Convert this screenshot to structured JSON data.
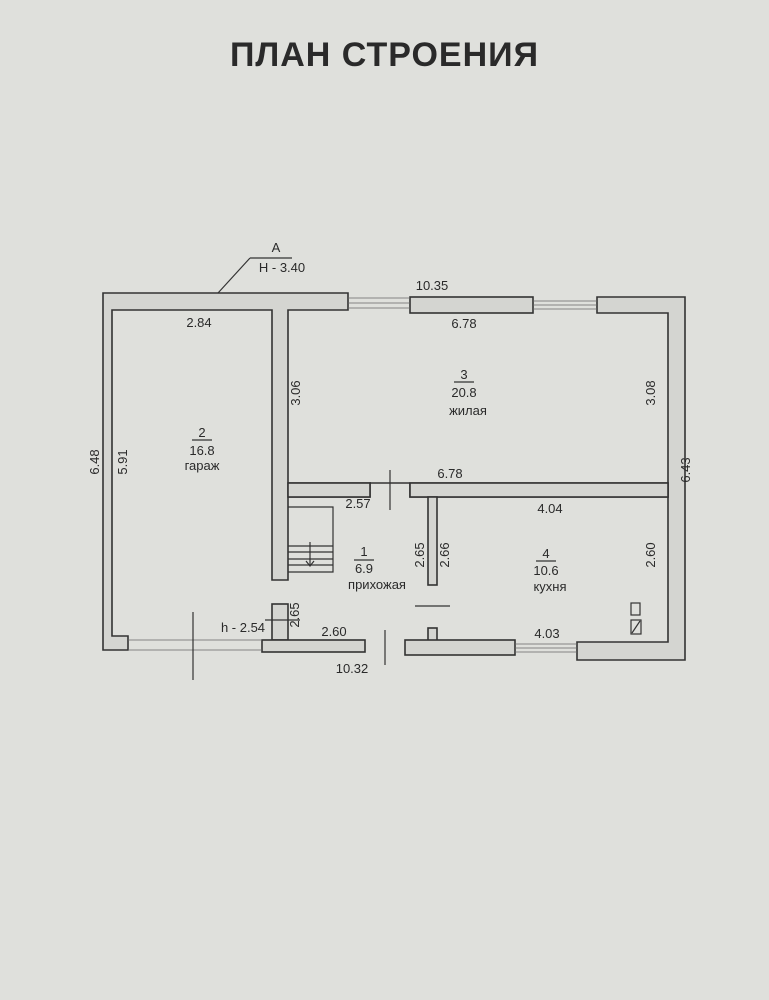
{
  "title": "ПЛАН СТРОЕНИЯ",
  "marker": {
    "letter": "А",
    "height": "Н - 3.40"
  },
  "dimensions": {
    "top_overall": "10.35",
    "bottom_overall": "10.32",
    "left_overall": "6.48",
    "right_overall": "6.43",
    "garage_width": "2.84",
    "garage_length": "5.91",
    "living_top": "6.78",
    "living_bottom": "6.78",
    "living_left": "3.06",
    "living_right": "3.08",
    "hall_top": "2.57",
    "hall_bottom": "2.60",
    "hall_left": "2.65",
    "hall_right": "2.65",
    "kitchen_left": "2.66",
    "kitchen_right": "2.60",
    "kitchen_top": "4.04",
    "kitchen_bottom": "4.03",
    "garage_height": "h - 2.54"
  },
  "rooms": [
    {
      "number": "1",
      "area": "6.9",
      "name": "прихожая"
    },
    {
      "number": "2",
      "area": "16.8",
      "name": "гараж"
    },
    {
      "number": "3",
      "area": "20.8",
      "name": "жилая"
    },
    {
      "number": "4",
      "area": "10.6",
      "name": "кухня"
    }
  ]
}
